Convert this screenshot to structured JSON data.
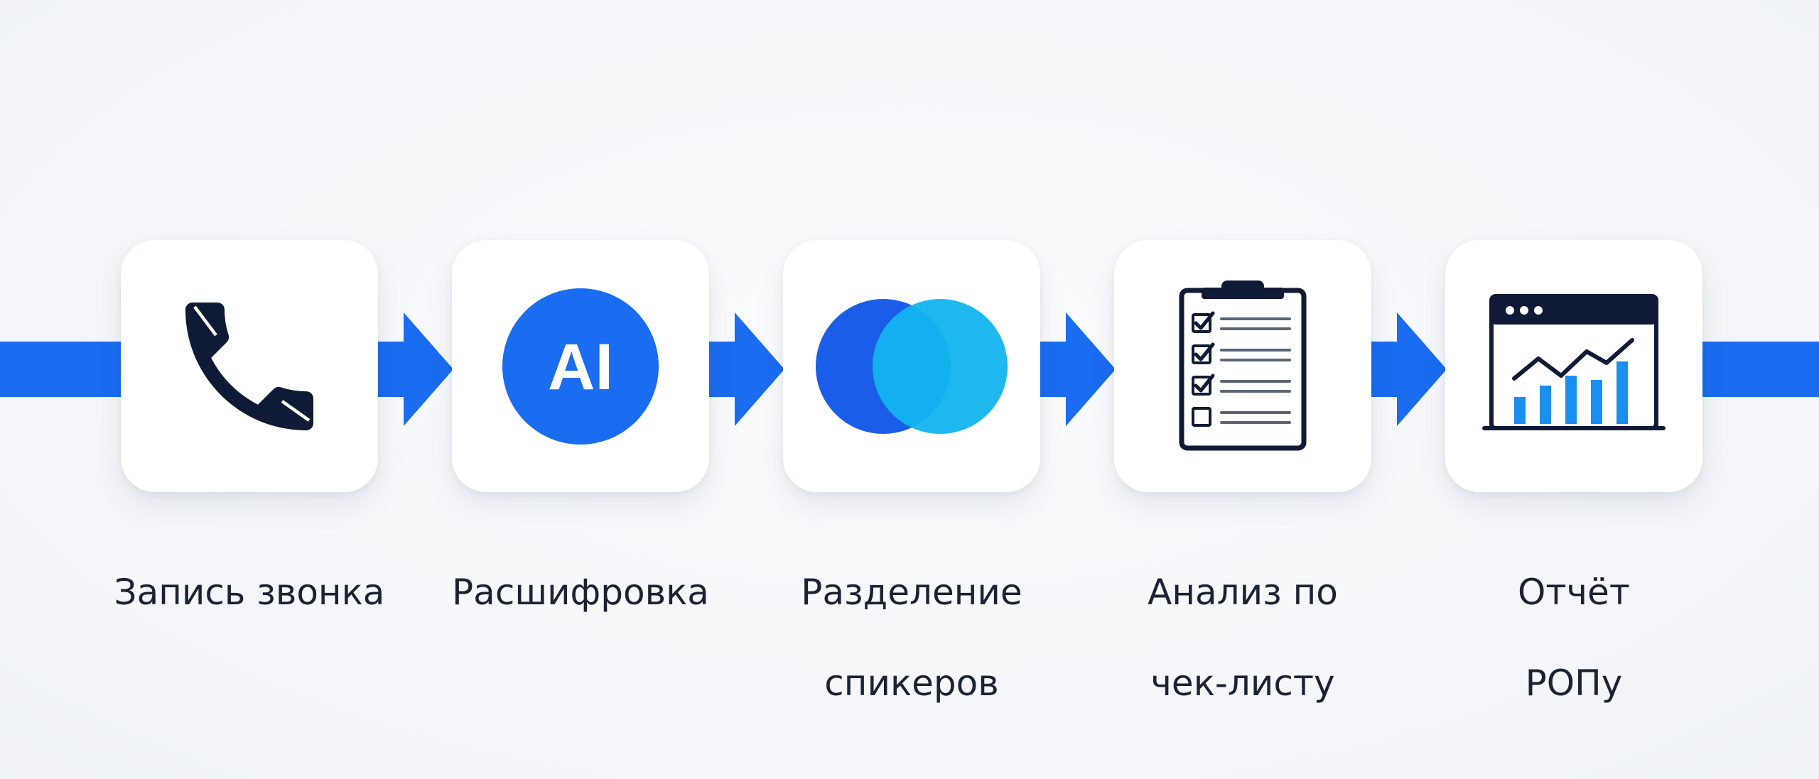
{
  "colors": {
    "accent": "#1a6cf0",
    "accent_light": "#12b4ee",
    "dark": "#0f1a36",
    "card_bg": "#ffffff",
    "background": "#f4f6f9"
  },
  "steps": [
    {
      "icon": "phone-icon",
      "label_lines": [
        "Запись звонка"
      ]
    },
    {
      "icon": "ai-icon",
      "icon_text": "AI",
      "label_lines": [
        "Расшифровка"
      ]
    },
    {
      "icon": "overlapping-circles-icon",
      "label_lines": [
        "Разделение",
        "спикеров"
      ]
    },
    {
      "icon": "checklist-clipboard-icon",
      "label_lines": [
        "Анализ по",
        "чек-листу"
      ]
    },
    {
      "icon": "report-chart-window-icon",
      "label_lines": [
        "Отчёт",
        "РОПу"
      ]
    }
  ]
}
